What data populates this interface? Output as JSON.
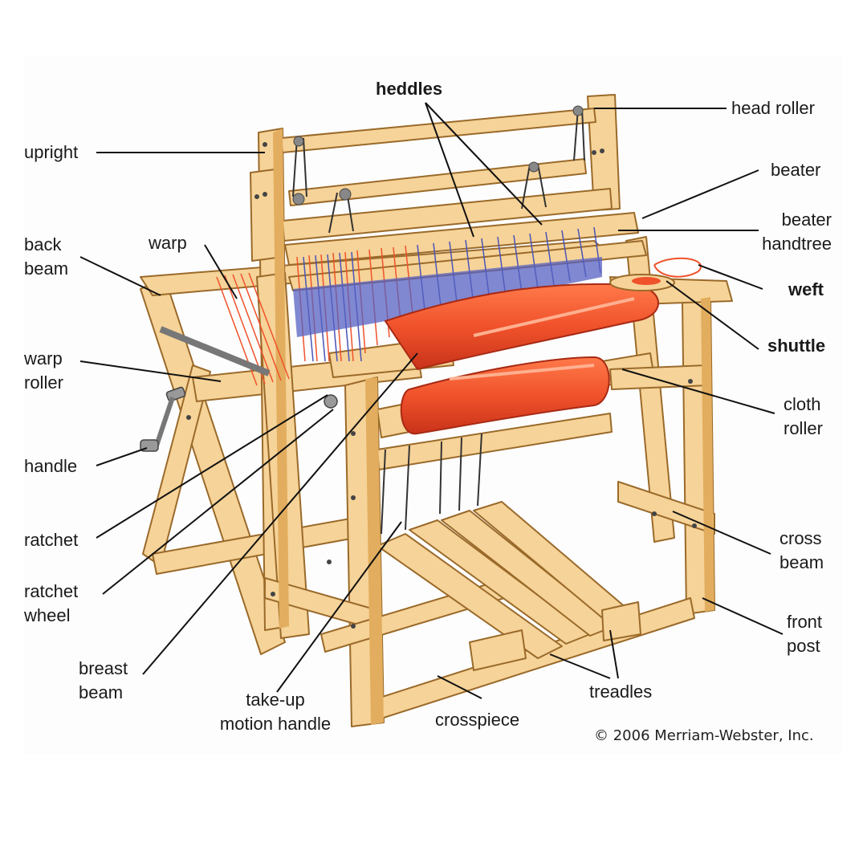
{
  "labels": {
    "heddles": "heddles",
    "head_roller": "head roller",
    "upright": "upright",
    "beater": "beater",
    "beater_handtree": [
      "beater",
      "handtree"
    ],
    "back_beam": [
      "back",
      "beam"
    ],
    "warp": "warp",
    "weft": "weft",
    "shuttle": "shuttle",
    "warp_roller": [
      "warp",
      "roller"
    ],
    "cloth_roller": [
      "cloth",
      "roller"
    ],
    "handle": "handle",
    "ratchet": "ratchet",
    "ratchet_wheel": [
      "ratchet",
      "wheel"
    ],
    "cross_beam": [
      "cross",
      "beam"
    ],
    "front_post": [
      "front",
      "post"
    ],
    "breast_beam": [
      "breast",
      "beam"
    ],
    "take_up_motion_handle": [
      "take-up",
      "motion handle"
    ],
    "treadles": "treadles",
    "crosspiece": "crosspiece"
  },
  "copyright": "© 2006 Merriam-Webster, Inc.",
  "colors": {
    "wood": "#f6d398",
    "wood_dark": "#e2ad5e",
    "wood_outline": "#9a6a2a",
    "cloth": "#f0522b",
    "warp_blue": "#4a54b8",
    "leader_line": "#111111"
  }
}
